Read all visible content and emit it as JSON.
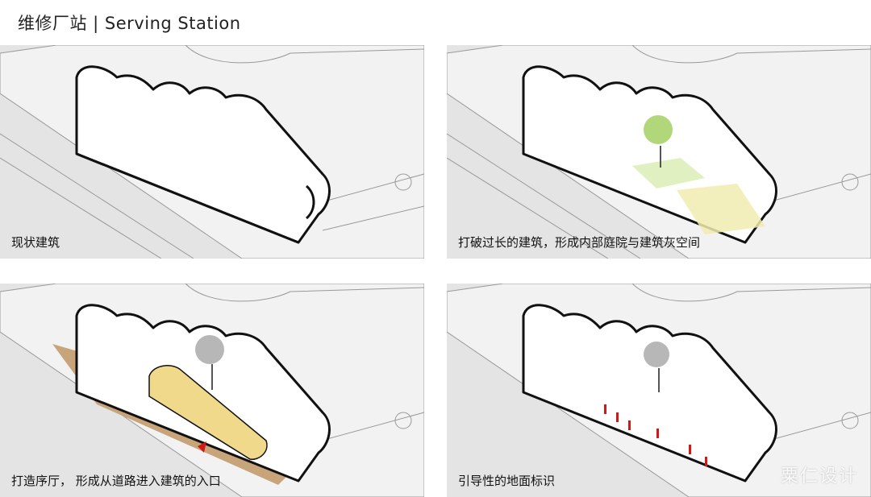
{
  "header": {
    "title": "维修厂站 | Serving Station"
  },
  "panels": [
    {
      "caption": "现状建筑"
    },
    {
      "caption": "打破过长的建筑，形成内部庭院与建筑灰空间"
    },
    {
      "caption": "打造序厅， 形成从道路进入建筑的入口"
    },
    {
      "caption": "引导性的地面标识"
    }
  ],
  "watermark": "粟仁设计",
  "colors": {
    "background": "#e4e4e4",
    "ground": "#f2f2f2",
    "outline": "#111111",
    "courtyard": "#d9ecb0",
    "hall_floor": "#c8a47a",
    "hall_roof": "#f1d98c",
    "marker": "#d01818"
  }
}
